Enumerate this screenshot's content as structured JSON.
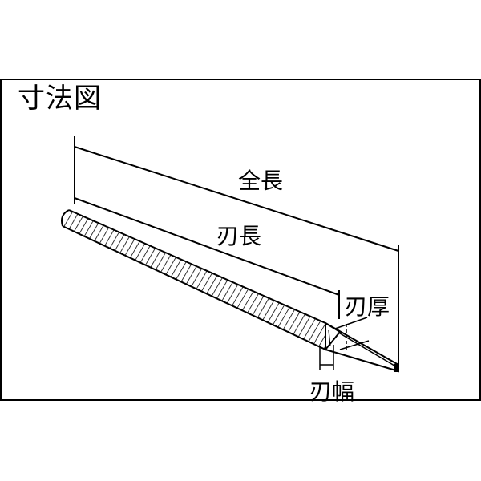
{
  "title": "寸法図",
  "labels": {
    "total_length": "全長",
    "blade_length": "刃長",
    "blade_thickness": "刃厚",
    "blade_width": "刃幅"
  }
}
